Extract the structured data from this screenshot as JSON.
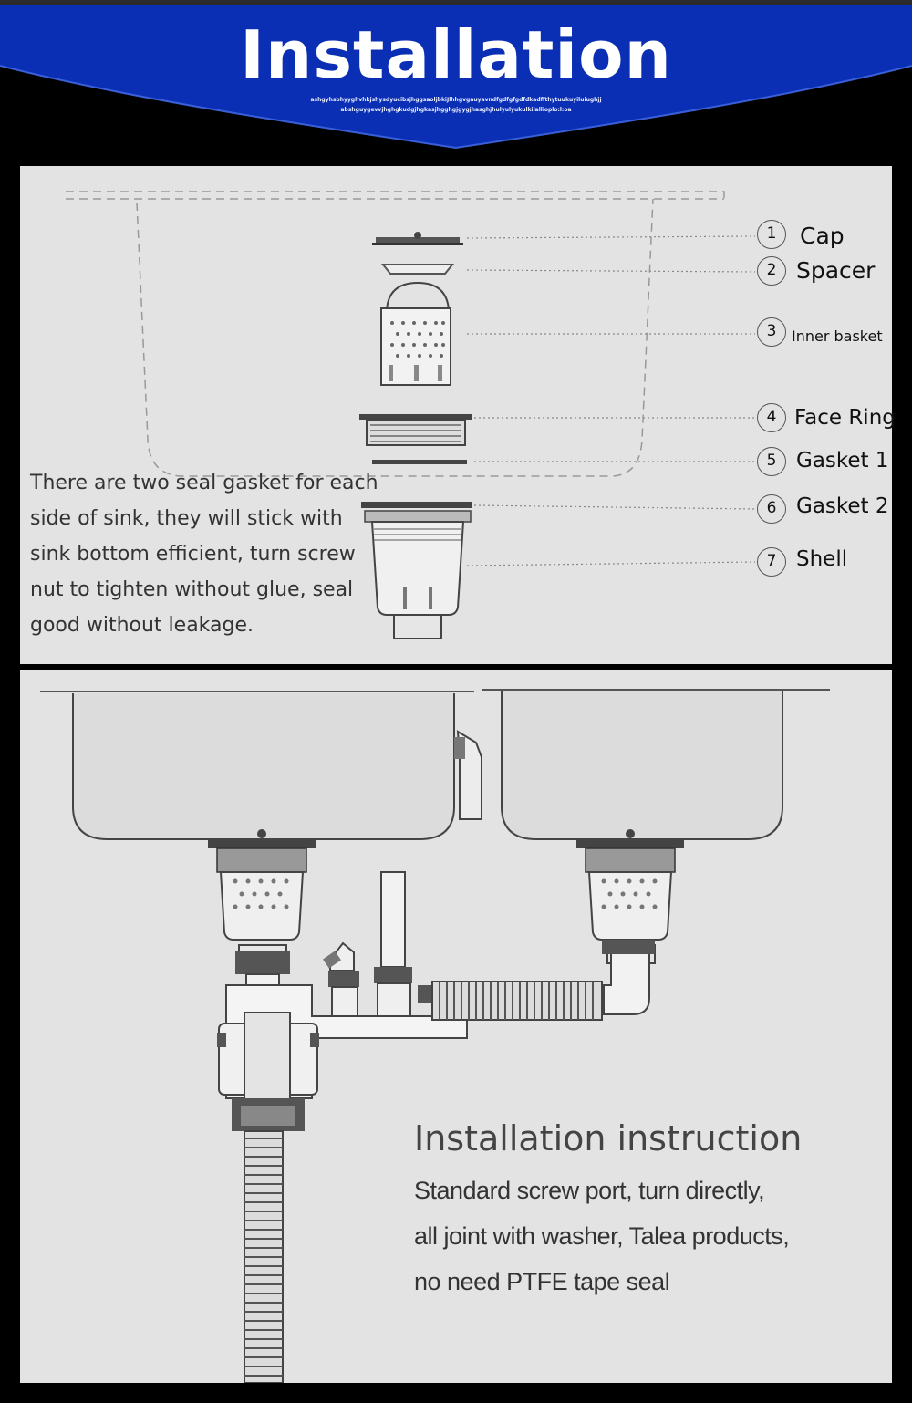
{
  "banner": {
    "title": "Installation",
    "sub_line_1": "ashgyhsbhyyghvhkjshysdyucibsjhggsaoljbkiJlhhgvgauyavndfgdfgfgdfdkadffthytuukuyiluiughjj",
    "sub_line_2": "abshguygevvjhghgkudgjhgkasjhgghgjgygjhasghjhulyulyukulkilallioplo:l:oa",
    "bg_color": "#0a2fb4"
  },
  "parts": {
    "seal_text": "There are two seal gasket for each side of sink, they will stick with sink bottom efficient, turn screw nut to tighten without glue, seal good without leakage.",
    "items": [
      {
        "number": "1",
        "label": "Cap"
      },
      {
        "number": "2",
        "label": "Spacer"
      },
      {
        "number": "3",
        "label": "Inner basket"
      },
      {
        "number": "4",
        "label": "Face Ring"
      },
      {
        "number": "5",
        "label": "Gasket 1"
      },
      {
        "number": "6",
        "label": "Gasket 2"
      },
      {
        "number": "7",
        "label": "Shell"
      }
    ]
  },
  "instruction": {
    "title": "Installation instruction",
    "line_1": "Standard screw port, turn directly,",
    "line_2": "all joint with washer, Talea products,",
    "line_3": "no need PTFE tape seal"
  }
}
